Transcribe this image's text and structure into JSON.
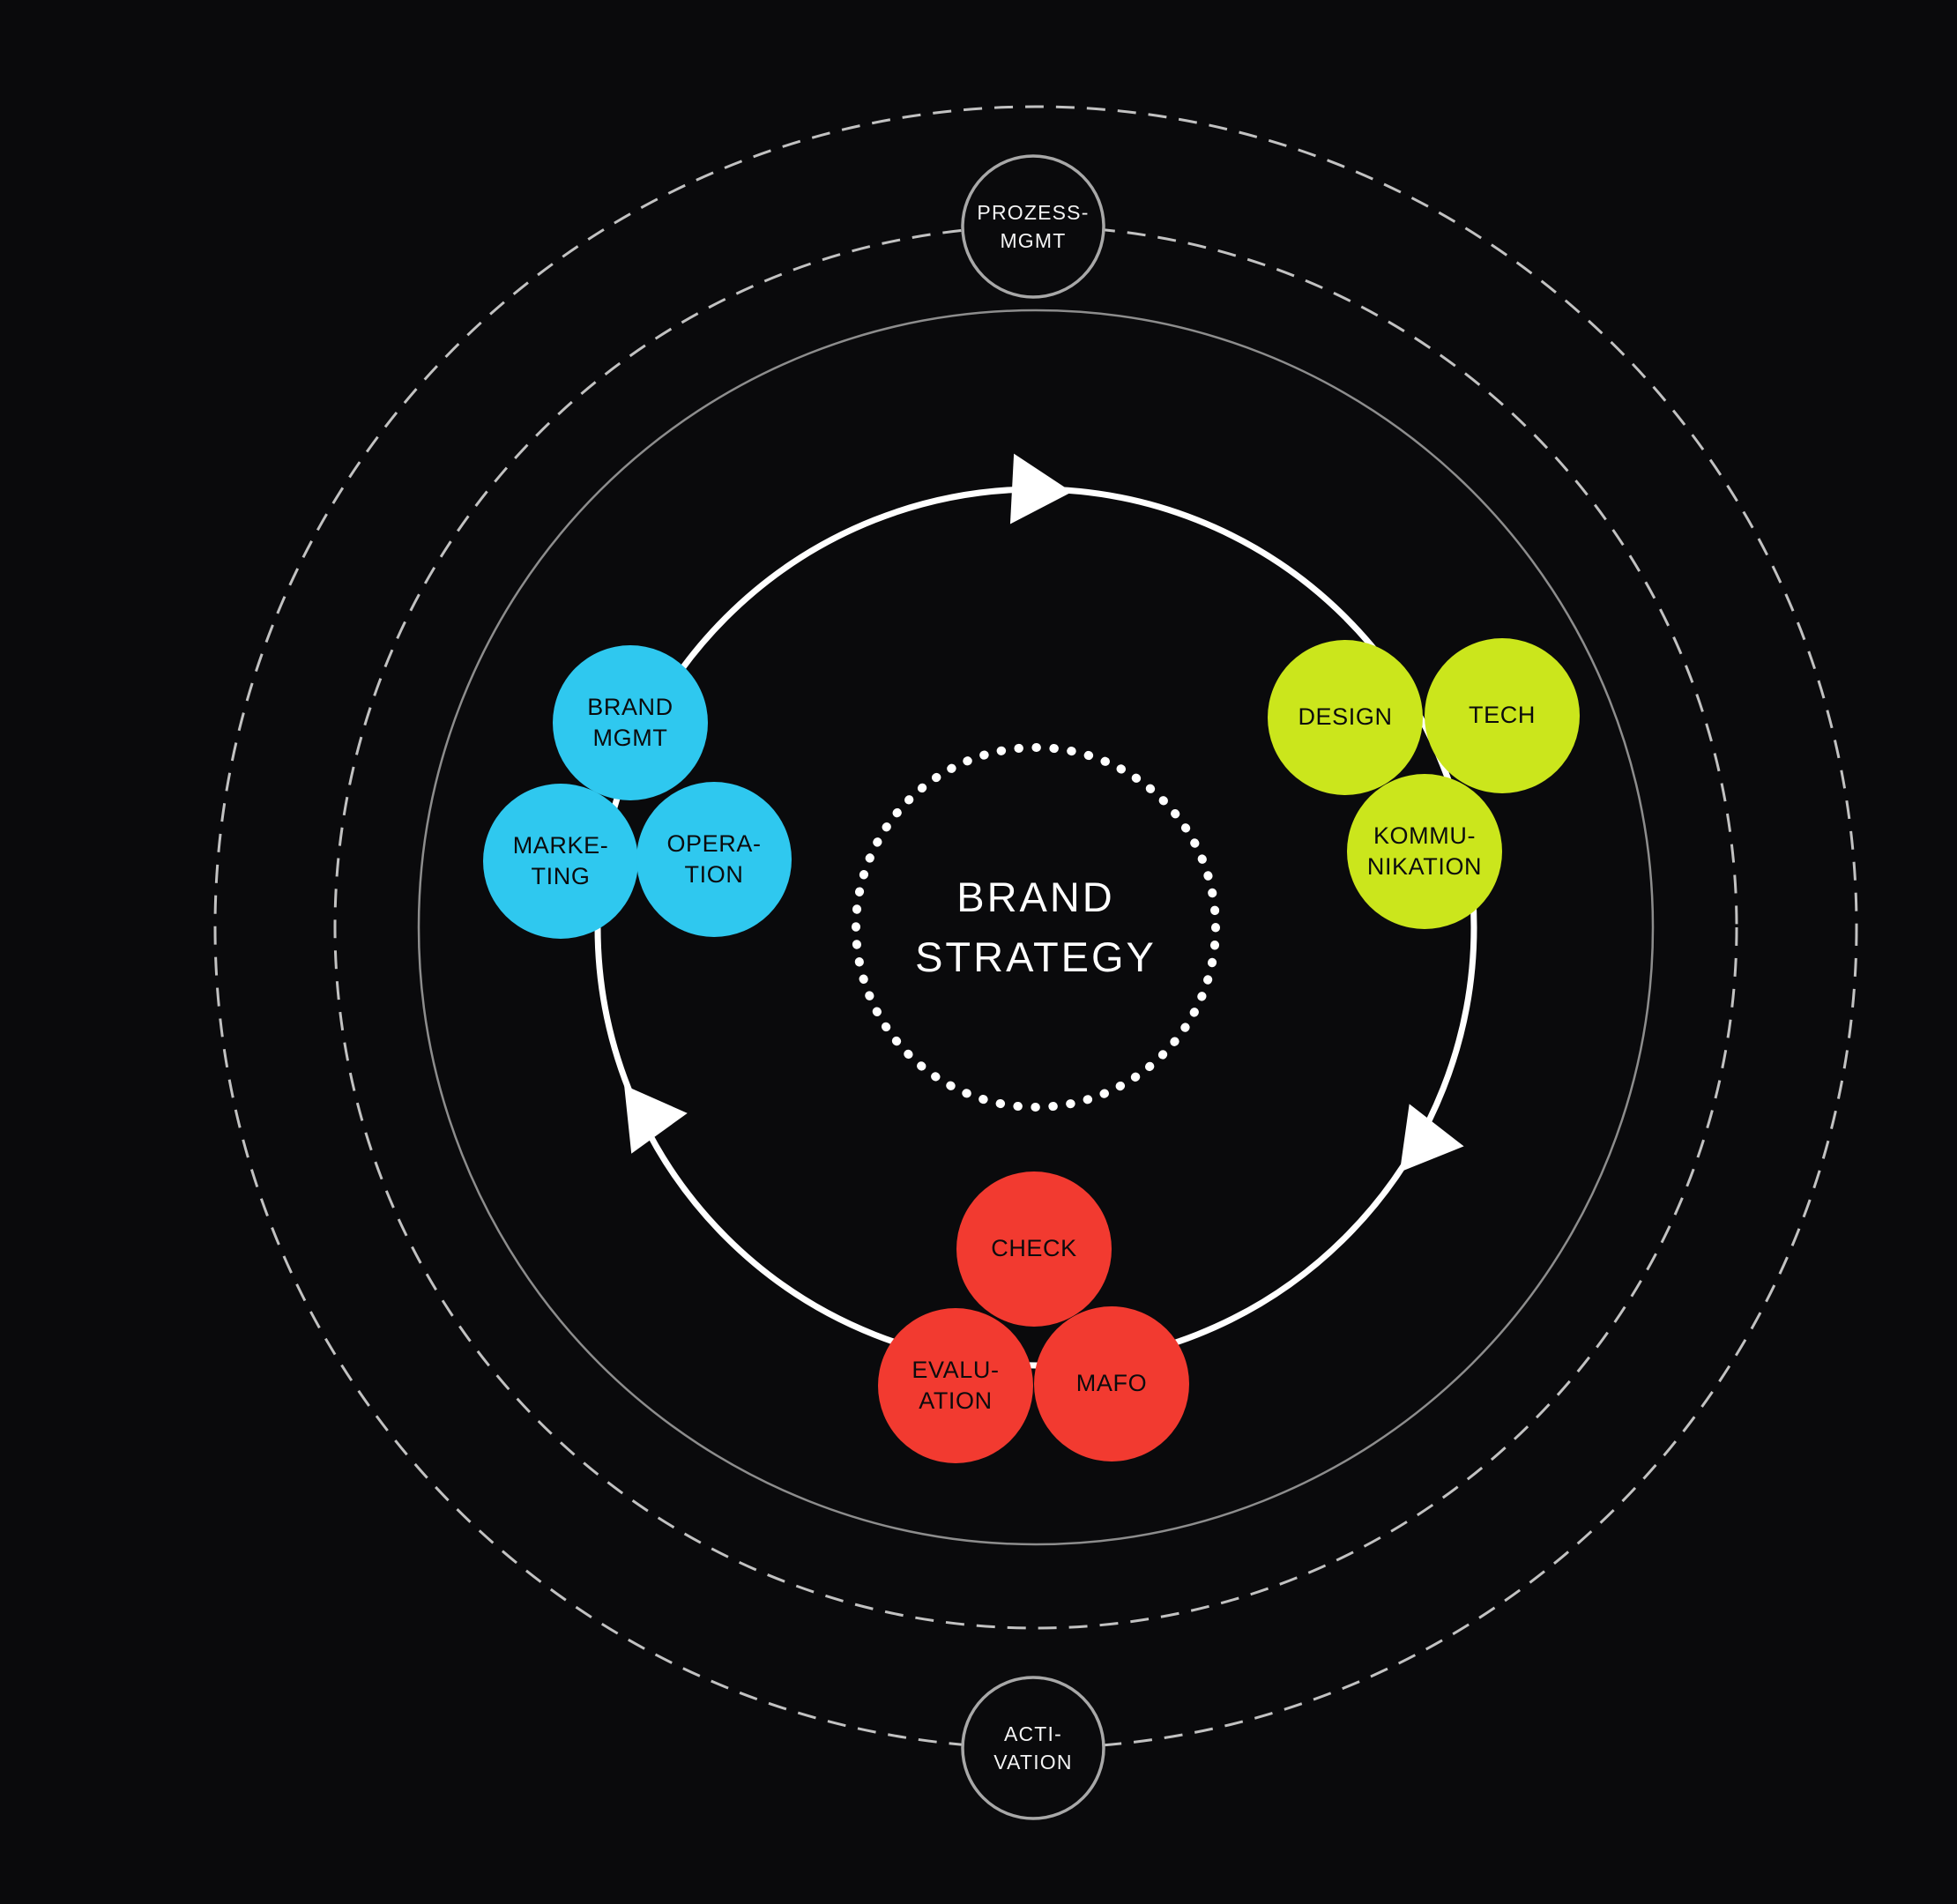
{
  "diagram": {
    "title": "BRAND\nSTRATEGY"
  },
  "ring_nodes": [
    {
      "id": "prozess-mgmt",
      "label": "PROZESS-\nMGMT"
    },
    {
      "id": "activation",
      "label": "ACTI-\nVATION"
    }
  ],
  "clusters": [
    {
      "name": "brand-management",
      "color": "#2fc8ef",
      "items": [
        {
          "label": "BRAND\nMGMT"
        },
        {
          "label": "MARKE-\nTING"
        },
        {
          "label": "OPERA-\nTION"
        }
      ]
    },
    {
      "name": "design-tech-kommunikation",
      "color": "#cbe61c",
      "items": [
        {
          "label": "DESIGN"
        },
        {
          "label": "TECH"
        },
        {
          "label": "KOMMU-\nNIKATION"
        }
      ]
    },
    {
      "name": "check-evaluation-mafo",
      "color": "#f23a30",
      "items": [
        {
          "label": "CHECK"
        },
        {
          "label": "EVALU-\nATION"
        },
        {
          "label": "MAFO"
        }
      ]
    }
  ],
  "colors": {
    "background": "#0a0a0c",
    "cycle_ring": "#ffffff",
    "dotted_ring": "#ffffff",
    "solid_outer_ring": "#8d8d8d",
    "dashed_rings": "#c2c2c2",
    "node_border": "#a8a8a8",
    "node_fill": "#0a0a0c",
    "center_text": "#ffffff",
    "node_text": "#f4f4f4",
    "bubble_text": "#0b0b0d"
  }
}
